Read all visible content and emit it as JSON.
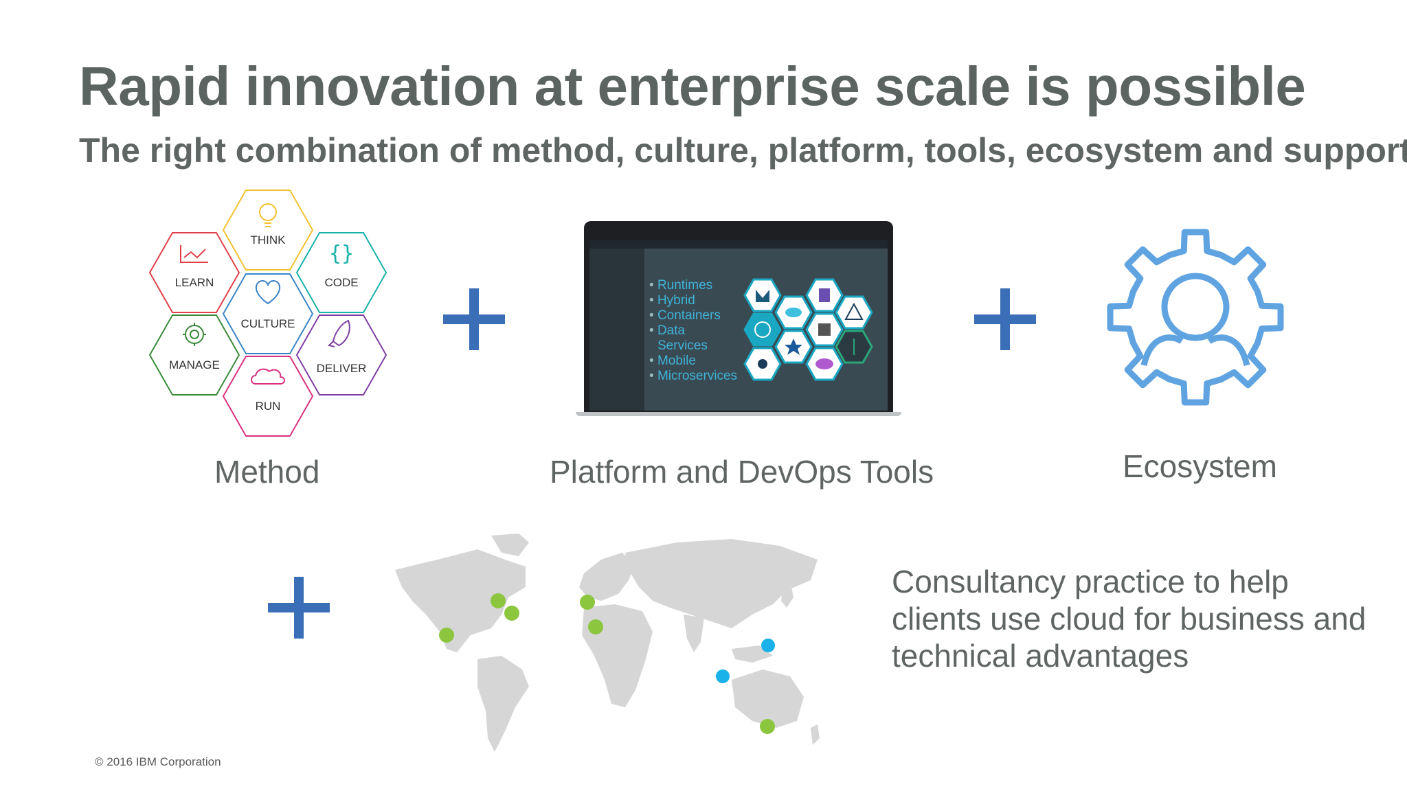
{
  "title": "Rapid innovation at enterprise scale is possible",
  "subtitle": "The right combination of method, culture, platform, tools, ecosystem and support",
  "method": {
    "caption": "Method",
    "hexes": [
      "THINK",
      "LEARN",
      "CODE",
      "CULTURE",
      "MANAGE",
      "DELIVER",
      "RUN"
    ]
  },
  "platform": {
    "caption": "Platform and DevOps Tools",
    "list": [
      "Runtimes",
      "Hybrid",
      "Containers",
      "Data",
      "Services",
      "Mobile",
      "Microservices"
    ]
  },
  "ecosystem": {
    "caption": "Ecosystem"
  },
  "consultancy": {
    "text": "Consultancy practice to help clients use cloud for business and technical advantages"
  },
  "footer": {
    "copyright": "© 2016 IBM Corporation"
  },
  "colors": {
    "plus": "#3a6fb7",
    "gear": "#5fa3e0",
    "map_land": "#d6d6d6",
    "dot_green": "#8cc63f",
    "dot_blue": "#1ab2e8",
    "hex_think": "#f2c12e",
    "hex_learn": "#e0404a",
    "hex_code": "#17b1a8",
    "hex_culture": "#3a84c6",
    "hex_manage": "#3a8a3a",
    "hex_deliver": "#7d3fa3",
    "hex_run": "#d9317f"
  }
}
